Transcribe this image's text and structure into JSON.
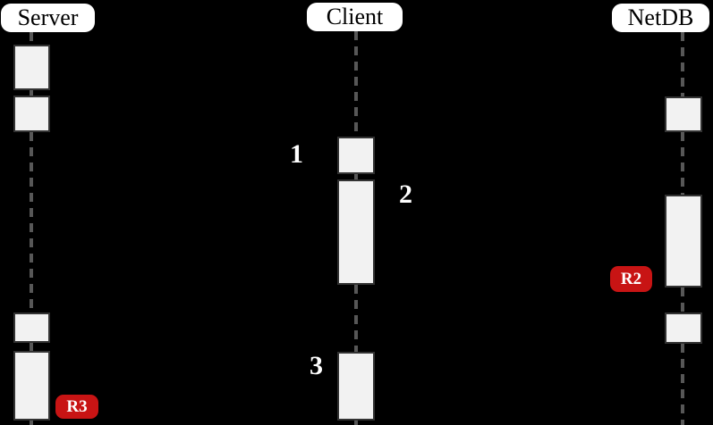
{
  "diagram_type": "sequence-diagram",
  "actors": [
    {
      "label": "Server"
    },
    {
      "label": "Client"
    },
    {
      "label": "NetDB"
    }
  ],
  "step_labels": [
    {
      "label": "1"
    },
    {
      "label": "2"
    },
    {
      "label": "3"
    }
  ],
  "badges": [
    {
      "label": "R2"
    },
    {
      "label": "R3"
    }
  ],
  "colors": {
    "background": "#000000",
    "actor_fill": "#ffffff",
    "actor_text": "#000000",
    "activation_fill": "#f2f2f2",
    "activation_border": "#333333",
    "lifeline": "#575757",
    "badge_fill": "#c81414",
    "badge_text": "#ffffff",
    "step_label_text": "#ffffff"
  }
}
